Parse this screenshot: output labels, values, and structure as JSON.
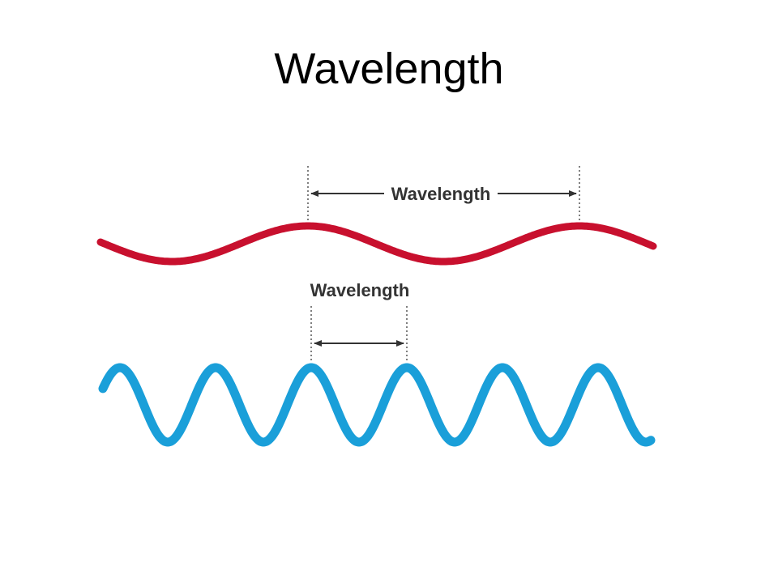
{
  "slide": {
    "title": "Wavelength"
  },
  "long_wave": {
    "label": "Wavelength",
    "color": "#c8102e"
  },
  "short_wave": {
    "label": "Wavelength",
    "color": "#1a9fd9"
  },
  "annotation_color": "#333333"
}
